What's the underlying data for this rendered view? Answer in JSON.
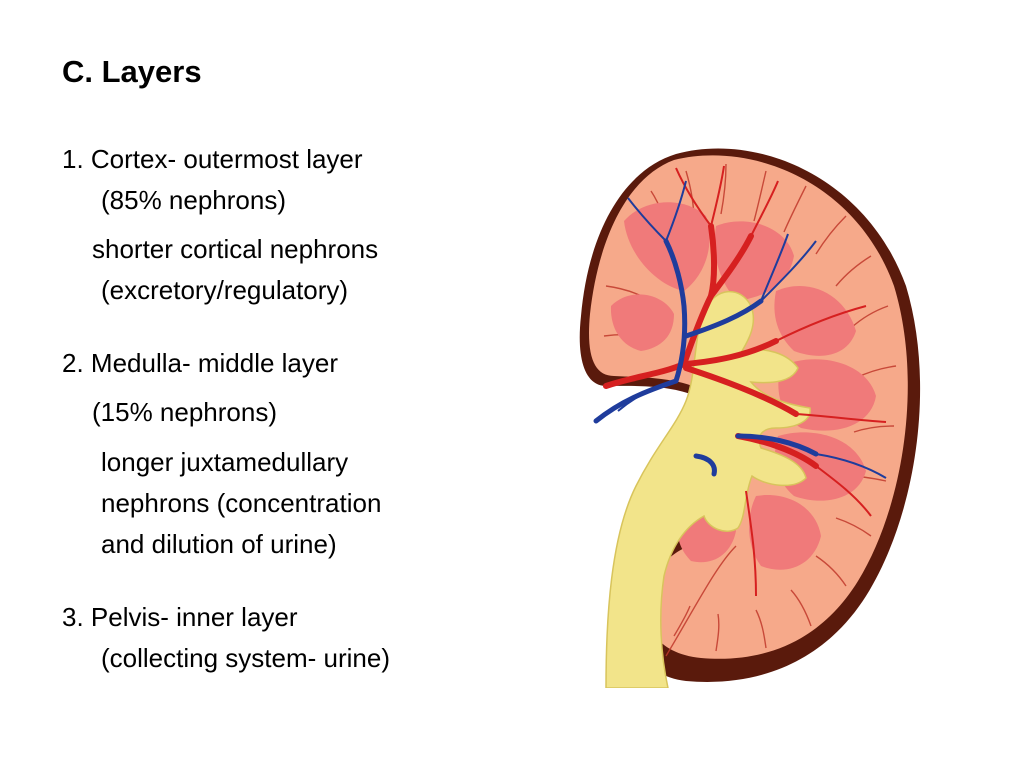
{
  "slide": {
    "title": "C. Layers",
    "items": [
      {
        "heading": "1. Cortex- outermost layer",
        "sub1": "(85% nephrons)",
        "sub2": "shorter cortical nephrons",
        "sub3": "(excretory/regulatory)"
      },
      {
        "heading": "2. Medulla- middle layer",
        "sub1": "(15% nephrons)",
        "sub2": "longer juxtamedullary",
        "sub3": "nephrons (concentration",
        "sub4": "and dilution of urine)"
      },
      {
        "heading": "3. Pelvis- inner layer",
        "sub1": "(collecting system- urine)"
      }
    ]
  },
  "figure": {
    "subject": "kidney cross-section illustration",
    "colors": {
      "capsule": "#5a1a0c",
      "cortex": "#f6a98a",
      "cortex_lines": "#c0392b",
      "pyramid": "#f07a7a",
      "pelvis": "#f2e48a",
      "artery": "#d62020",
      "vein": "#1f3c9c"
    }
  }
}
